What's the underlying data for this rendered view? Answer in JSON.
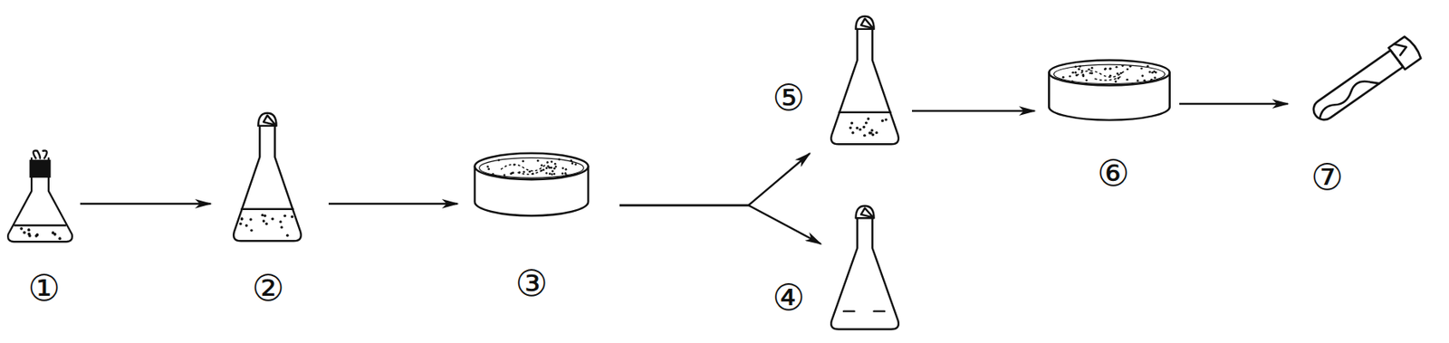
{
  "diagram": {
    "nodes": [
      {
        "text": [
          "①"
        ]
      },
      {
        "text": [
          "②"
        ]
      },
      {
        "text": [
          "③"
        ]
      },
      {
        "text": [
          "④"
        ]
      },
      {
        "text": [
          "⑤"
        ]
      },
      {
        "text": [
          "⑥"
        ]
      },
      {
        "text": [
          "⑦"
        ]
      }
    ],
    "edges": [
      {
        "from": 0,
        "to": 1,
        "arrow": "to"
      },
      {
        "from": 1,
        "to": 2,
        "arrow": "to"
      },
      {
        "from": 2,
        "to": 4,
        "arrow": "to"
      },
      {
        "from": 2,
        "to": 3,
        "arrow": "to"
      },
      {
        "from": 4,
        "to": 5,
        "arrow": "to"
      },
      {
        "from": 5,
        "to": 6,
        "arrow": "to"
      }
    ]
  }
}
